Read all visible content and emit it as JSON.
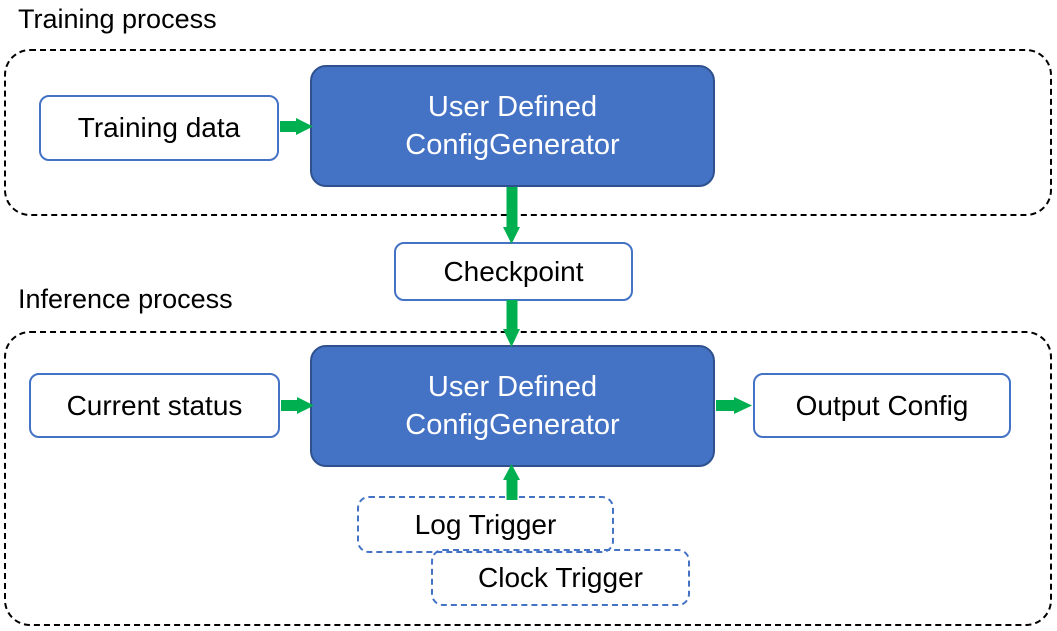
{
  "diagram": {
    "title_training": "Training process",
    "title_inference": "Inference process",
    "colors": {
      "process_fill": "#4472C4",
      "process_border": "#2F528F",
      "node_border": "#4472C4",
      "arrow": "#00B050",
      "group_border": "#000000",
      "text_dark": "#000000",
      "text_light": "#FFFFFF"
    }
  },
  "training": {
    "label": "Training process",
    "input_node": "Training data",
    "process": {
      "line1": "User Defined",
      "line2": "ConfigGenerator"
    }
  },
  "bridge": {
    "checkpoint": "Checkpoint"
  },
  "inference": {
    "label": "Inference process",
    "input_node": "Current status",
    "process": {
      "line1": "User Defined",
      "line2": "ConfigGenerator"
    },
    "output_node": "Output Config",
    "triggers": [
      {
        "label": "Log Trigger"
      },
      {
        "label": "Clock Trigger"
      }
    ]
  },
  "edges": [
    {
      "from": "Training data",
      "to": "User Defined ConfigGenerator",
      "direction": "right"
    },
    {
      "from": "User Defined ConfigGenerator",
      "to": "Checkpoint",
      "direction": "down"
    },
    {
      "from": "Checkpoint",
      "to": "User Defined ConfigGenerator",
      "direction": "down"
    },
    {
      "from": "Current status",
      "to": "User Defined ConfigGenerator",
      "direction": "right"
    },
    {
      "from": "User Defined ConfigGenerator",
      "to": "Output Config",
      "direction": "right"
    },
    {
      "from": "Log Trigger",
      "to": "User Defined ConfigGenerator",
      "direction": "up"
    }
  ]
}
